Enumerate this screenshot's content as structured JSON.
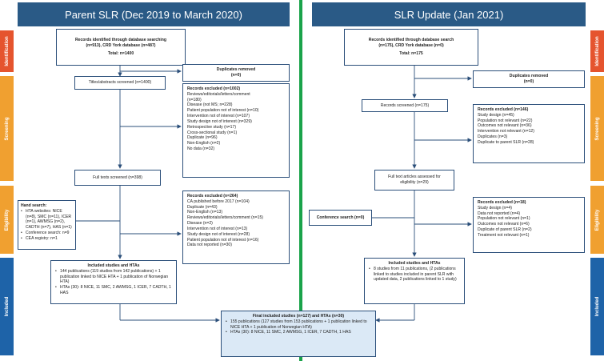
{
  "headers": {
    "left": "Parent SLR (Dec 2019 to March 2020)",
    "right": "SLR Update (Jan 2021)"
  },
  "colors": {
    "header": "#2a5a86",
    "identification": "#e5542e",
    "screening": "#f0a030",
    "eligibility": "#f0a030",
    "included": "#1e63a8",
    "divider": "#1aa34a",
    "final_fill": "#dbe9f6"
  },
  "stages": {
    "identification": "Identification",
    "screening": "Screening",
    "eligibility": "Eligibility",
    "included": "Included"
  },
  "left": {
    "identified": {
      "line1": "Records identified through database searching",
      "line2": "(n=913), CRD York database (n=487)",
      "total": "Total: n=1400"
    },
    "duplicates": {
      "title": "Duplicates removed",
      "value": "(n=0)"
    },
    "screened": "Titles/abstracts screened (n=1400)",
    "excluded1": {
      "title": "Records excluded (n=1002)",
      "items": [
        "Reviews/editorials/letters/comment",
        "(n=180)",
        "Disease (not MS; n=228)",
        "Patient population not of interest (n=10)",
        "Intervention not of interest (n=107)",
        "Study design not of interest (n=329)",
        "Retrospective study (n=17)",
        "Cross-sectional study (n=1)",
        "Duplicate (n=96)",
        "Non-English (n=2)",
        "No data (n=32)"
      ]
    },
    "fulltext": "Full texts screened (n=398)",
    "excluded2": {
      "title": "Records excluded (n=264)",
      "items": [
        "CA published before 2017 (n=104)",
        "Duplicate (n=43)",
        "Non-English (n=13)",
        "Reviews/editorials/letters/comment (n=15)",
        "Disease (n=2)",
        "Intervention not of interest (n=13)",
        "Study design not of interest (n=28)",
        "Patient population not of interest (n=16)",
        "Data not reported (n=30)"
      ]
    },
    "hand": {
      "title": "Hand search:",
      "items": [
        "HTA websites: NICE (n=8), SMC (n=11), ICER (n=1), AWMSG (n=2), CADTH (n=7), HAS (n=1)",
        "Conference search: n=9",
        "CEA registry: n=1"
      ]
    },
    "included": {
      "title": "Included studies and HTAs",
      "items": [
        "144 publications (119 studies from 142 publications) + 1 publication linked to NICE HTA + 1 publication of Norwegian HTA)",
        "HTAs (30): 8 NICE, 11 SMC, 2 AWMSG, 1 ICER, 7 CADTH, 1 HAS"
      ]
    }
  },
  "right": {
    "identified": {
      "line1": "Records identified through database search",
      "line2": "(n=175), CRD York database (n=0)",
      "total": "Total: n=175"
    },
    "duplicates": {
      "title": "Duplicates removed",
      "value": "(n=0)"
    },
    "screened": "Records screened (n=175)",
    "excluded1": {
      "title": "Records excluded (n=146)",
      "items": [
        "Study design (n=45)",
        "Population not relevant (n=22)",
        "Outcomes not relevant (n=36)",
        "Intervention not relevant (n=12)",
        "Duplicates (n=3)",
        "Duplicate to parent SLR (n=28)"
      ]
    },
    "fulltext": {
      "line1": "Full text articles assessed for",
      "line2": "eligibility (n=29)"
    },
    "excluded2": {
      "title": "Records excluded (n=18)",
      "items": [
        "Study design (n=4)",
        "Data not reported (n=4)",
        "Population not relevant (n=1)",
        "Outcomes not relevant (n=6)",
        "Duplicate of parent SLR (n=2)",
        "Treatment not relevant (n=1)"
      ]
    },
    "conference": "Conference search (n=0)",
    "included": {
      "title": "Included studies and HTAs",
      "items": [
        "8 studies from 11 publications, (2 publications linked to studies included in parent SLR with updated data, 2 publications linked to 1 study)"
      ]
    }
  },
  "final": {
    "title": "Final included studies (n=127) and HTAs (n=30)",
    "items": [
      "155 publications (127 studies from 153 publications + 1 publication linked to NICE HTA + 1 publication of Norwegian HTA)",
      "HTAs (30): 8 NICE, 11 SMC, 2 AWMSG, 1 ICER, 7 CADTH, 1 HAS"
    ]
  }
}
